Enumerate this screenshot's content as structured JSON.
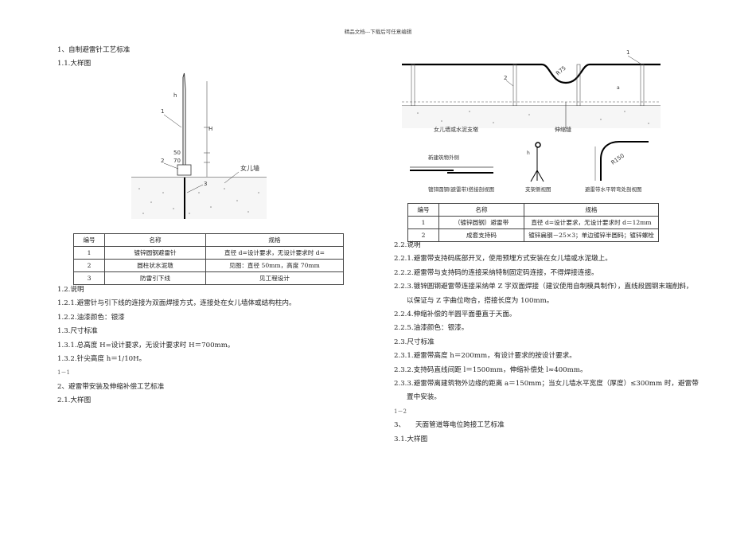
{
  "header": "精品文档---下载后可任意编辑",
  "left": {
    "s1_title": "1、自制避雷针工艺标准",
    "s1_1": "1.1.大样图",
    "fig1": {
      "wall_label": "女儿墙",
      "dim_h": "H",
      "dim_h2": "h",
      "dim_50": "50",
      "dim_70": "70",
      "tag1": "1",
      "tag2": "2",
      "tag3": "3"
    },
    "table1": {
      "headers": [
        "编号",
        "名称",
        "规格"
      ],
      "rows": [
        [
          "1",
          "镀锌圆钢避雷针",
          "直径 d=设计要求，无设计要求时 d="
        ],
        [
          "2",
          "圆柱状水泥墩",
          "见图：直径 50mm，高度 70mm"
        ],
        [
          "3",
          "防雷引下线",
          "见工程设计"
        ]
      ]
    },
    "s1_2": "1.2.说明",
    "s1_2_1": "1.2.1.避雷针与引下线的连接为双面焊接方式，连接处在女儿墙体或结构柱内。",
    "s1_2_2": "1.2.2.油漆颜色：银漆",
    "s1_3": "1.3.尺寸标准",
    "s1_3_1": "1.3.1.总高度 H=设计要求，无设计要求时 H＝700mm。",
    "s1_3_2": "1.3.2.针尖高度 h＝1/10H。",
    "page1": "1－1",
    "s2_title": "2、避雷带安装及伸缩补偿工艺标准",
    "s2_1": "2.1.大样图"
  },
  "right": {
    "fig2": {
      "wall_label": "女儿墙或水泥支墩",
      "joint_label": "伸缩缝",
      "r_label": "R75",
      "tag1": "1",
      "tag2": "2",
      "tag_a": "a",
      "sub1": "镀锌圆钢(避雷带)搭接剖视图",
      "sub1_top": "新建筑物外侧",
      "sub2": "支架侧视图",
      "sub3": "避雷带水平转弯处剖视图",
      "r2_label": "R150",
      "dim_h": "h"
    },
    "table2": {
      "headers": [
        "编号",
        "名称",
        "规格"
      ],
      "rows": [
        [
          "1",
          "（镀锌圆钢）避雷带",
          "直径 d=设计要求，无设计要求时 d＝12mm"
        ],
        [
          "2",
          "成套支持码",
          "镀锌扁钢－25×3；单边镀锌半圆码；镀锌螺栓"
        ]
      ]
    },
    "s2_2": "2.2.说明",
    "s2_2_1": "2.2.1.避雷带支持码底部开叉，使用预埋方式安装在女儿墙或水泥墩上。",
    "s2_2_2": "2.2.2.避雷带与支持码的连接采纳特制固定码连接，不得焊接连接。",
    "s2_2_3a": "2.2.3.镀锌圆钢避雷带连接采纳单 Z 字双面焊接（建议使用自制模具制作），直线段圆钢末端削斜，",
    "s2_2_3b": "以保证与 Z 字曲位吻合，搭接长度为 100mm。",
    "s2_2_4": "2.2.4.伸缩补偿的半圆平面垂直于天面。",
    "s2_2_5": "2.2.5.油漆颜色：银漆。",
    "s2_3": "2.3.尺寸标准",
    "s2_3_1": "2.3.1.避雷带高度 h＝200mm，有设计要求的按设计要求。",
    "s2_3_2": "2.3.2.支持码直线间距 l＝1500mm，伸缩补偿处 l≈400mm。",
    "s2_3_3a": "2.3.3.避雷带离建筑物外边缘的距离 a＝150mm；当女儿墙水平宽度（厚度）≤300mm 时，避雷带",
    "s2_3_3b": "置中安装。",
    "page2": "1－2",
    "s3_title": "3、　　天面管道等电位跨接工艺标准",
    "s3_1": "3.1.大样图"
  }
}
